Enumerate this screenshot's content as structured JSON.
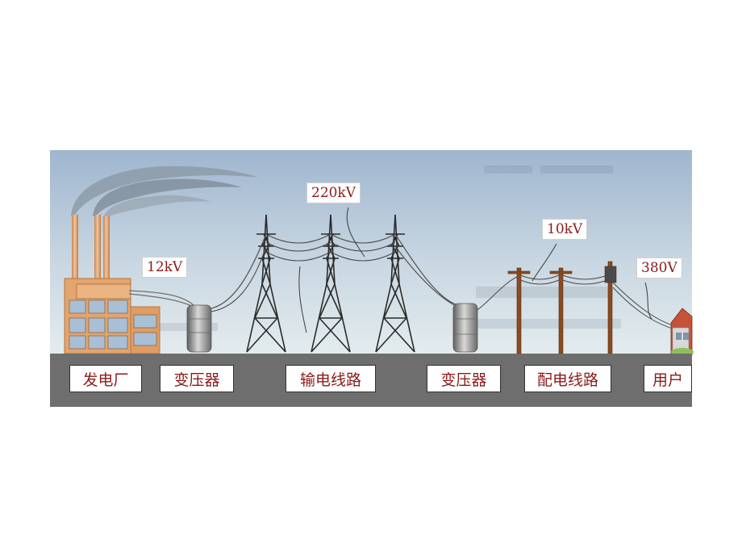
{
  "voltages": {
    "generator": "12kV",
    "transmission": "220kV",
    "distribution": "10kV",
    "user": "380V"
  },
  "stages": [
    "发电厂",
    "变压器",
    "输电线路",
    "变压器",
    "配电线路",
    "用户"
  ],
  "colors": {
    "label_text": "#8b1a1a",
    "ground": "#6e6e6e",
    "sky_top": "#9fb6cf",
    "sky_bottom": "#e4ecee",
    "pole": "#8a4a22",
    "factory": "#e3a46d"
  }
}
